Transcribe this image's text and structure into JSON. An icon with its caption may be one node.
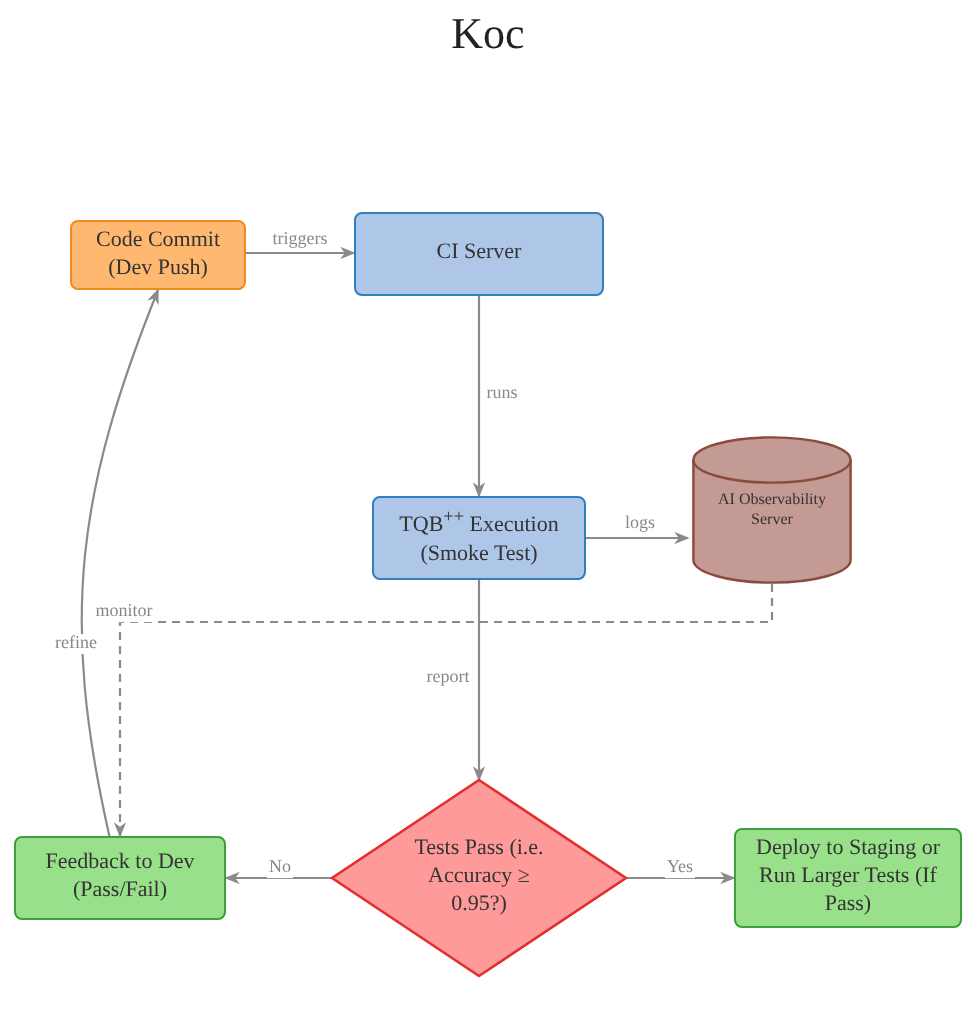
{
  "diagram": {
    "title": "Koc",
    "nodes": [
      {
        "text": [
          "Code Commit (Dev Push)"
        ]
      },
      {
        "text": [
          "CI Server"
        ]
      },
      {
        "text": [
          "TQB$^{++}$ Execution (Smoke Test)"
        ]
      },
      {
        "text": [
          "AI Observability Server"
        ]
      },
      {
        "text": [
          "Tests Pass (i.e. Accuracy ≥ 0.95?)"
        ]
      },
      {
        "text": [
          "Feedback to Dev (Pass/Fail)"
        ]
      },
      {
        "text": [
          "Deploy to Staging or Run Larger Tests (If Pass)"
        ]
      }
    ],
    "edges": [
      {
        "from": 0,
        "to": 1,
        "arrow": "to",
        "label": "triggers"
      },
      {
        "from": 1,
        "to": 2,
        "arrow": "to",
        "label": "runs"
      },
      {
        "from": 2,
        "to": 3,
        "arrow": "to",
        "label": "logs"
      },
      {
        "from": 2,
        "to": 4,
        "arrow": "to",
        "label": "report"
      },
      {
        "from": 4,
        "to": 5,
        "arrow": "to",
        "label": "No"
      },
      {
        "from": 4,
        "to": 6,
        "arrow": "to",
        "label": "Yes"
      },
      {
        "from": 5,
        "to": 0,
        "arrow": "to",
        "label": "refine"
      },
      {
        "from": 3,
        "to": 5,
        "arrow": "to",
        "label": "monitor",
        "style": "dashed"
      }
    ]
  }
}
